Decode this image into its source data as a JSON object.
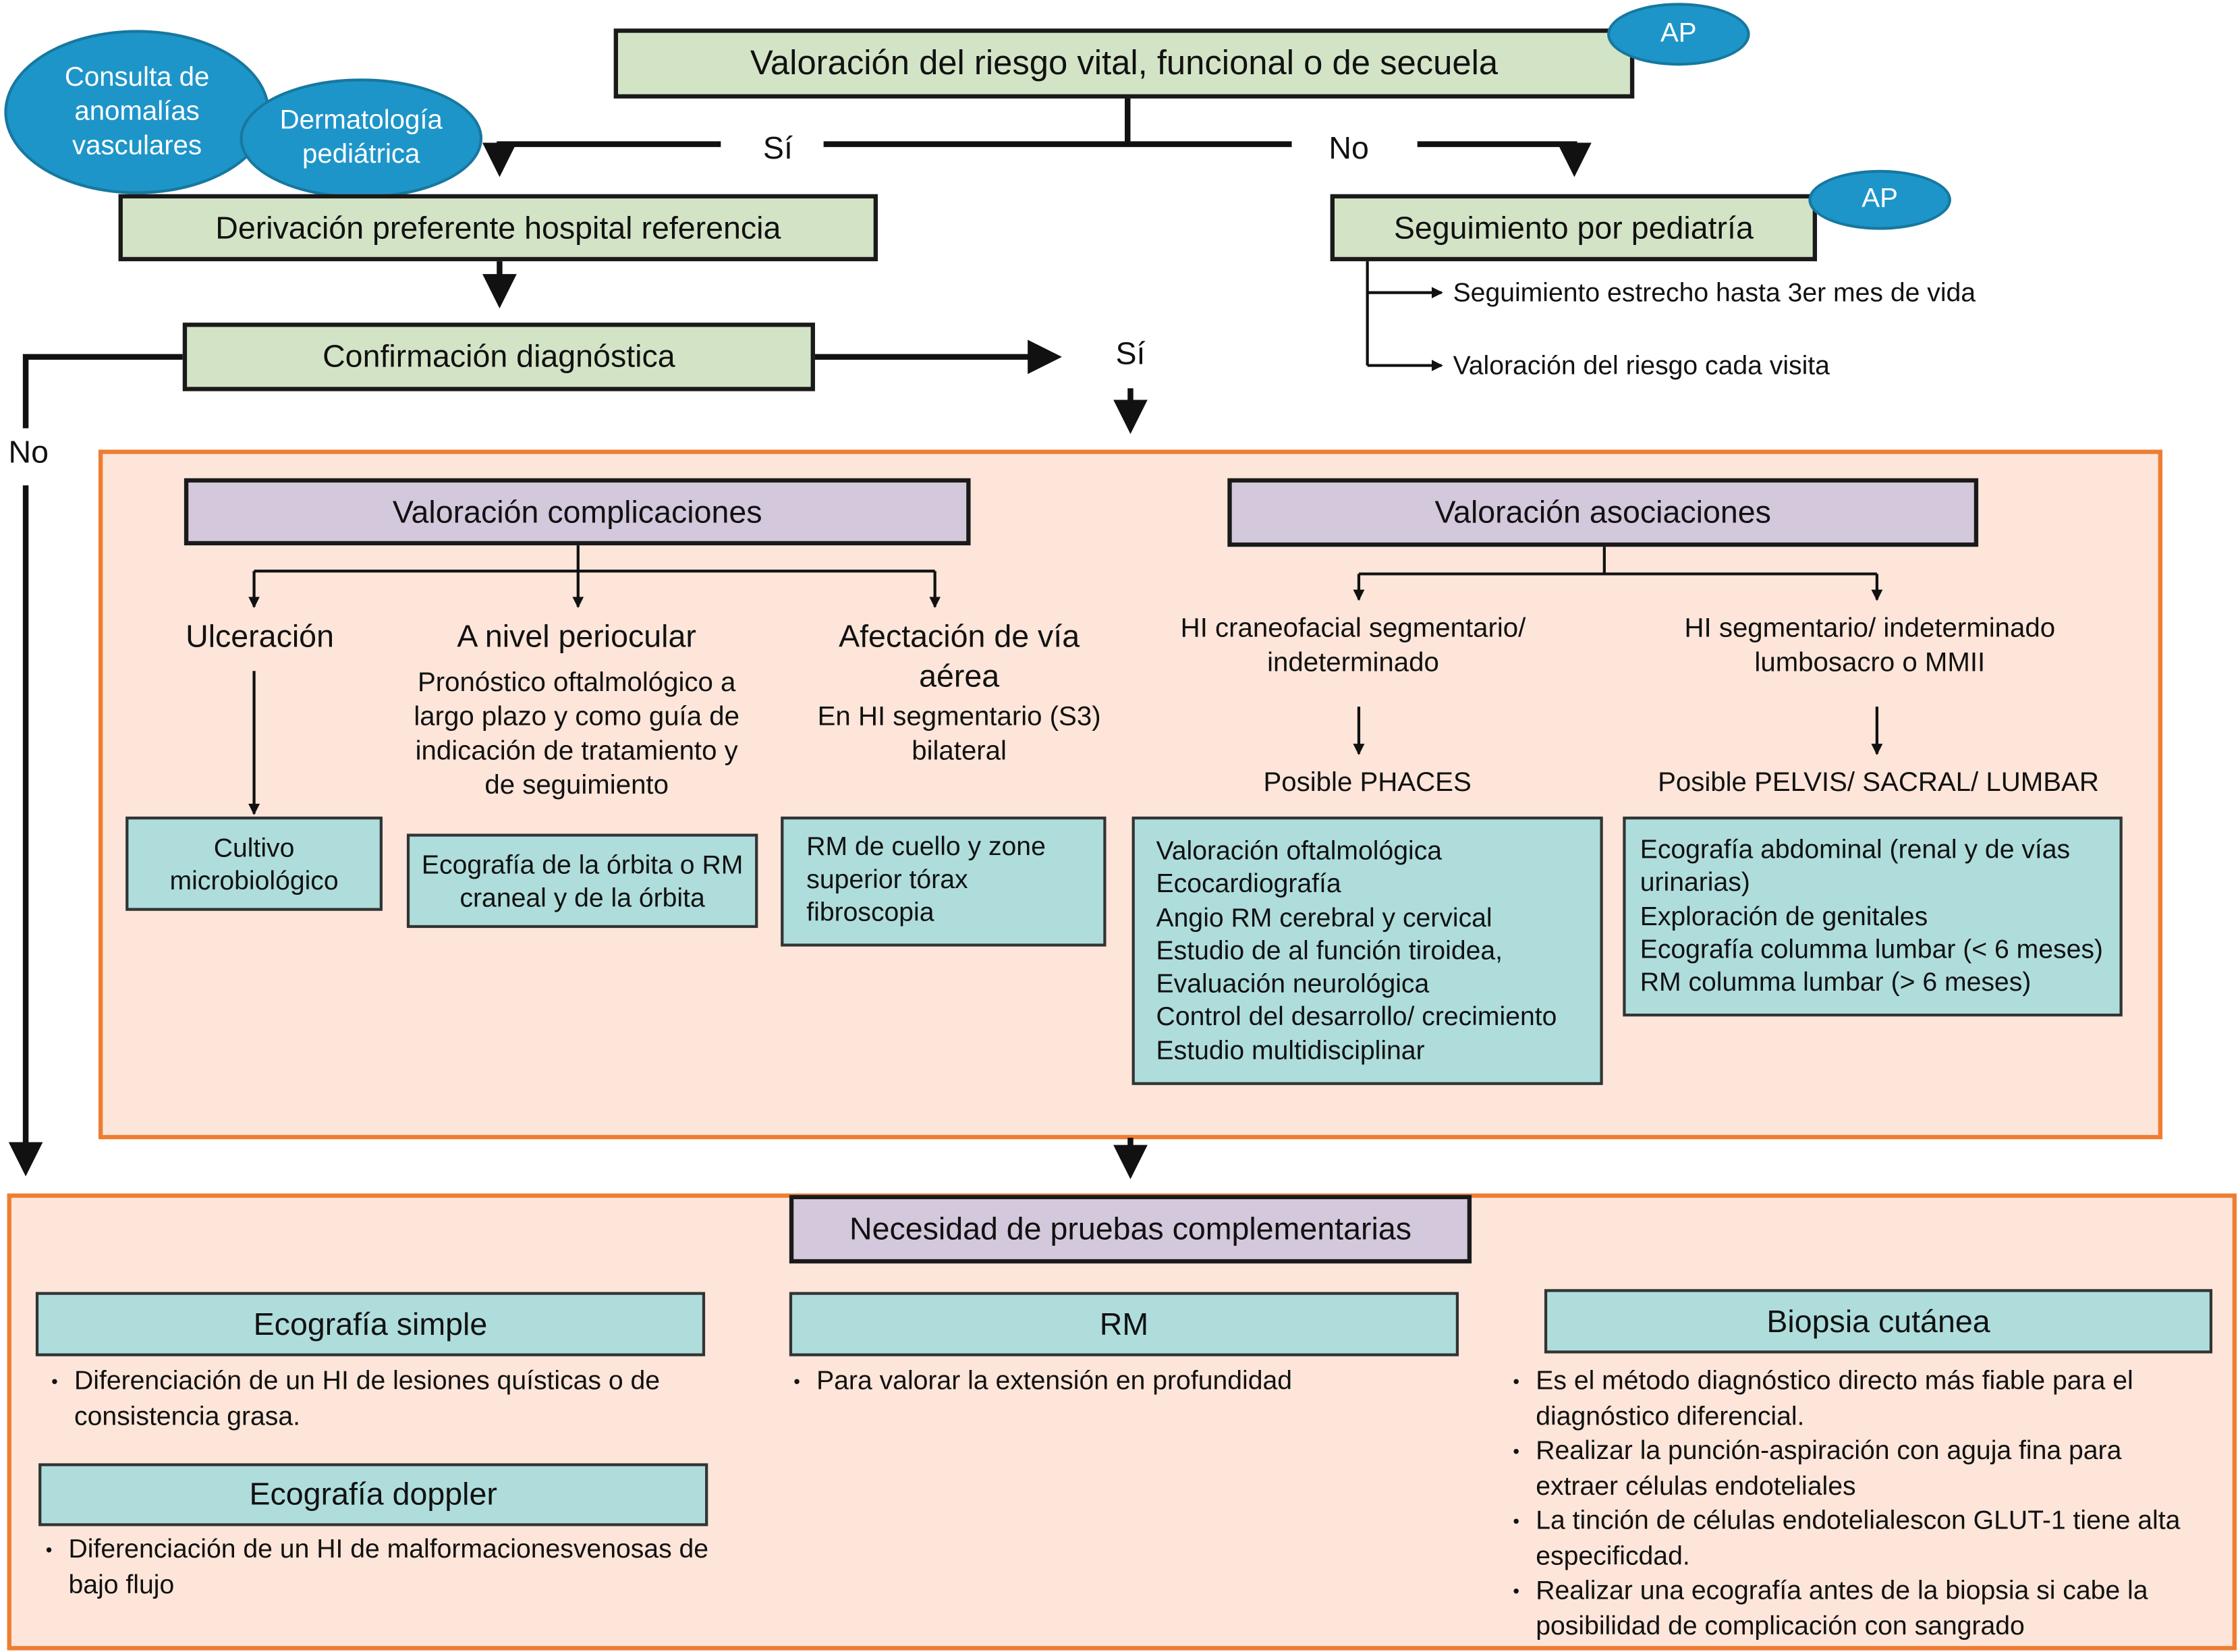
{
  "colors": {
    "green": "#d3e4c6",
    "purple": "#d4c8dc",
    "teal": "#aedddc",
    "peach": "#fde5d9",
    "orange_border": "#ee7d31",
    "blue_ellipse": "#1e95c9"
  },
  "top": {
    "title": "Valoración del riesgo vital, funcional o de secuela",
    "badge": "AP",
    "yes": "Sí",
    "no": "No"
  },
  "ellipses": {
    "consulta": "Consulta de anomalías vasculares",
    "dermatologia": "Dermatología pediátrica"
  },
  "derivacion": "Derivación preferente hospital referencia",
  "seguimiento": {
    "title": "Seguimiento por pediatría",
    "badge": "AP",
    "items": [
      "Seguimiento estrecho hasta 3er mes de vida",
      "Valoración del riesgo cada visita"
    ]
  },
  "confirmacion": {
    "title": "Confirmación diagnóstica",
    "yes": "Sí",
    "no": "No"
  },
  "complicaciones": {
    "title": "Valoración complicaciones",
    "ulceracion": {
      "title": "Ulceración",
      "box": "Cultivo microbiológico"
    },
    "periocular": {
      "title": "A nivel periocular",
      "desc": "Pronóstico oftalmológico a largo plazo y como guía de indicación de tratamiento y de seguimiento",
      "box": "Ecografía de la órbita o RM craneal y de la órbita"
    },
    "via_aerea": {
      "title": "Afectación de vía aérea",
      "desc": "En HI segmentario (S3) bilateral",
      "box": "RM de cuello y zone superior tórax fibroscopia"
    }
  },
  "asociaciones": {
    "title": "Valoración asociaciones",
    "craneofacial": {
      "title": "HI craneofacial segmentario/ indeterminado",
      "result": "Posible PHACES",
      "items": [
        "Valoración oftalmológica",
        "Ecocardiografía",
        "Angio RM cerebral y cervical",
        "Estudio de al función tiroidea,",
        "Evaluación neurológica",
        "Control del desarrollo/ crecimiento",
        "Estudio multidisciplinar"
      ]
    },
    "lumbosacro": {
      "title": "HI segmentario/ indeterminado lumbosacro o MMII",
      "result": "Posible PELVIS/ SACRAL/ LUMBAR",
      "items": [
        "Ecografía abdominal (renal y de vías urinarias)",
        "Exploración de genitales",
        "Ecografía columma lumbar (< 6 meses)",
        "RM columma lumbar (> 6 meses)"
      ]
    }
  },
  "pruebas": {
    "title": "Necesidad de pruebas complementarias",
    "eco_simple": {
      "title": "Ecografía simple",
      "bullets": [
        "Diferenciación de un HI de lesiones quísticas o de consistencia grasa."
      ]
    },
    "eco_doppler": {
      "title": "Ecografía doppler",
      "bullets": [
        "Diferenciación de un HI de malformacionesvenosas de bajo flujo"
      ]
    },
    "rm": {
      "title": "RM",
      "bullets": [
        "Para valorar la extensión en profundidad"
      ]
    },
    "biopsia": {
      "title": "Biopsia cutánea",
      "bullets": [
        "Es el método diagnóstico directo más fiable para el diagnóstico diferencial.",
        "Realizar la punción-aspiración con aguja fina para extraer células endoteliales",
        "La tinción de células endotelialescon GLUT-1 tiene alta especificdad.",
        "Realizar una ecografía antes de la biopsia si cabe la posibilidad de complicación con sangrado"
      ]
    }
  }
}
